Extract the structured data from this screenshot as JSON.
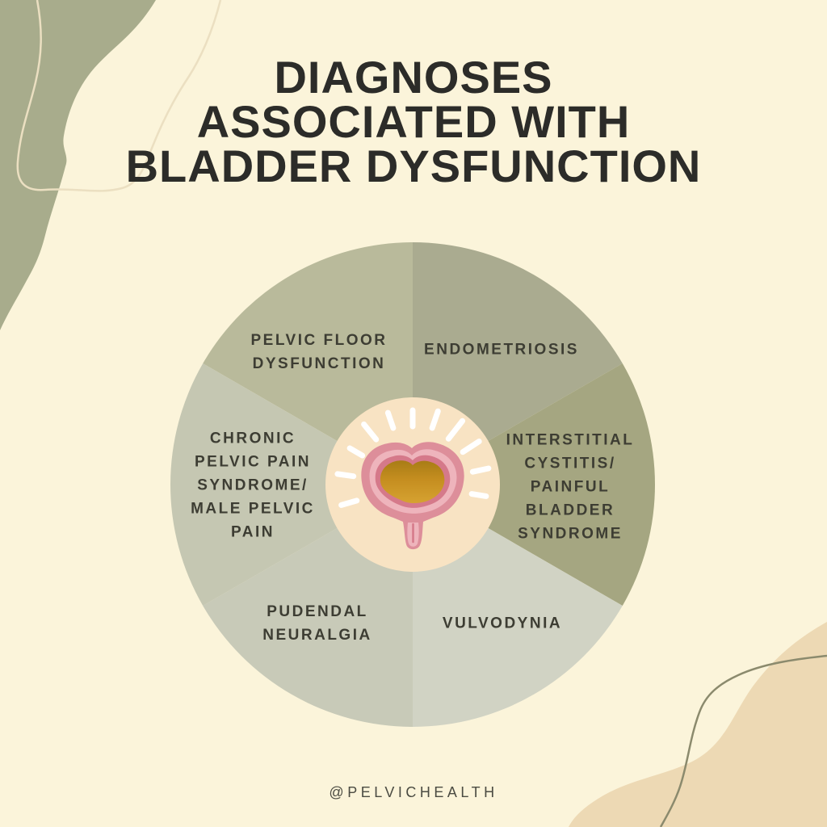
{
  "title": "DIAGNOSES\nASSOCIATED WITH\nBLADDER DYSFUNCTION",
  "wheel": {
    "center_icon": "bladder",
    "segments": [
      {
        "id": "pelvic-floor-dysfunction",
        "label": "PELVIC FLOOR\nDYSFUNCTION",
        "color": "#b9ba9b"
      },
      {
        "id": "endometriosis",
        "label": "ENDOMETRIOSIS",
        "color": "#aaab90"
      },
      {
        "id": "interstitial-cystitis",
        "label": "INTERSTITIAL\nCYSTITIS/\nPAINFUL\nBLADDER\nSYNDROME",
        "color": "#a5a681"
      },
      {
        "id": "vulvodynia",
        "label": "VULVODYNIA",
        "color": "#d1d3c4"
      },
      {
        "id": "pudendal-neuralgia",
        "label": "PUDENDAL\nNEURALGIA",
        "color": "#c8cab8"
      },
      {
        "id": "chronic-pelvic-pain",
        "label": "CHRONIC\nPELVIC PAIN\nSYNDROME/\nMALE PELVIC\nPAIN",
        "color": "#c5c7b2"
      }
    ]
  },
  "footer": {
    "handle": "@PELVICHEALTH"
  },
  "colors": {
    "background": "#fbf4da",
    "blob_top_left": "#a8ac8c",
    "blob_bottom_right": "#edd9b4",
    "squiggle_light": "#ebdfc1",
    "squiggle_olive": "#8b8a6d",
    "center_circle": "#f8e3c3",
    "title_text": "#2c2c29",
    "label_text": "#3d3d33",
    "bladder_pink": "#dd8e9a",
    "bladder_pink_light": "#eeb4bc",
    "bladder_pink_dark": "#d5798a",
    "urine_amber_top": "#a87c15",
    "urine_amber_bottom": "#d6a231",
    "ray_white": "#ffffff"
  }
}
